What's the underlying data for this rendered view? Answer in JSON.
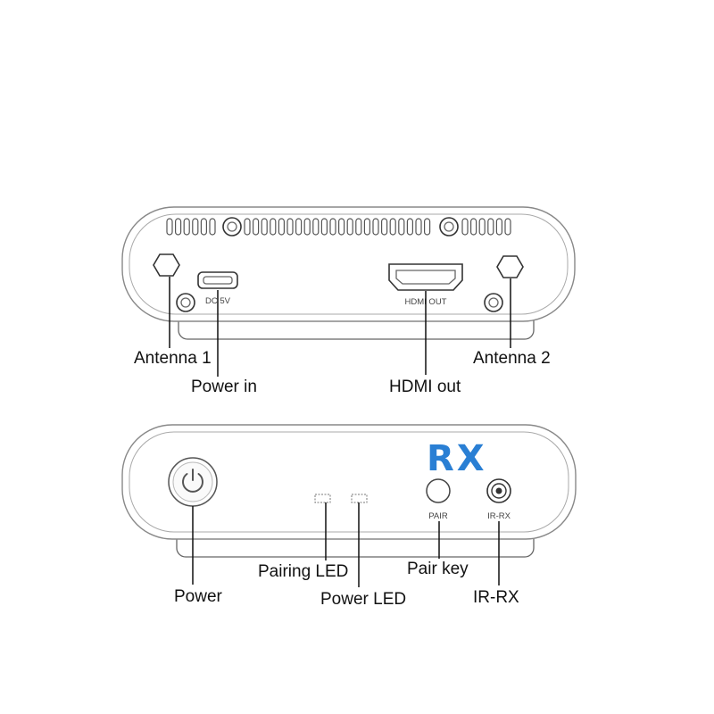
{
  "rear_panel": {
    "port_labels": {
      "dc": "DC 5V",
      "hdmi": "HDMI OUT"
    },
    "callouts": {
      "antenna1": "Antenna 1",
      "power_in": "Power in",
      "hdmi_out": "HDMI out",
      "antenna2": "Antenna 2"
    }
  },
  "front_panel": {
    "brand": "RX",
    "button_labels": {
      "pair": "PAIR",
      "irrx": "IR-RX"
    },
    "callouts": {
      "power": "Power",
      "pairing_led": "Pairing LED",
      "power_led": "Power LED",
      "pair_key": "Pair key",
      "ir_rx": "IR-RX"
    }
  },
  "colors": {
    "brand": "#2a7fd4",
    "outline": "#555555",
    "text": "#111111"
  }
}
